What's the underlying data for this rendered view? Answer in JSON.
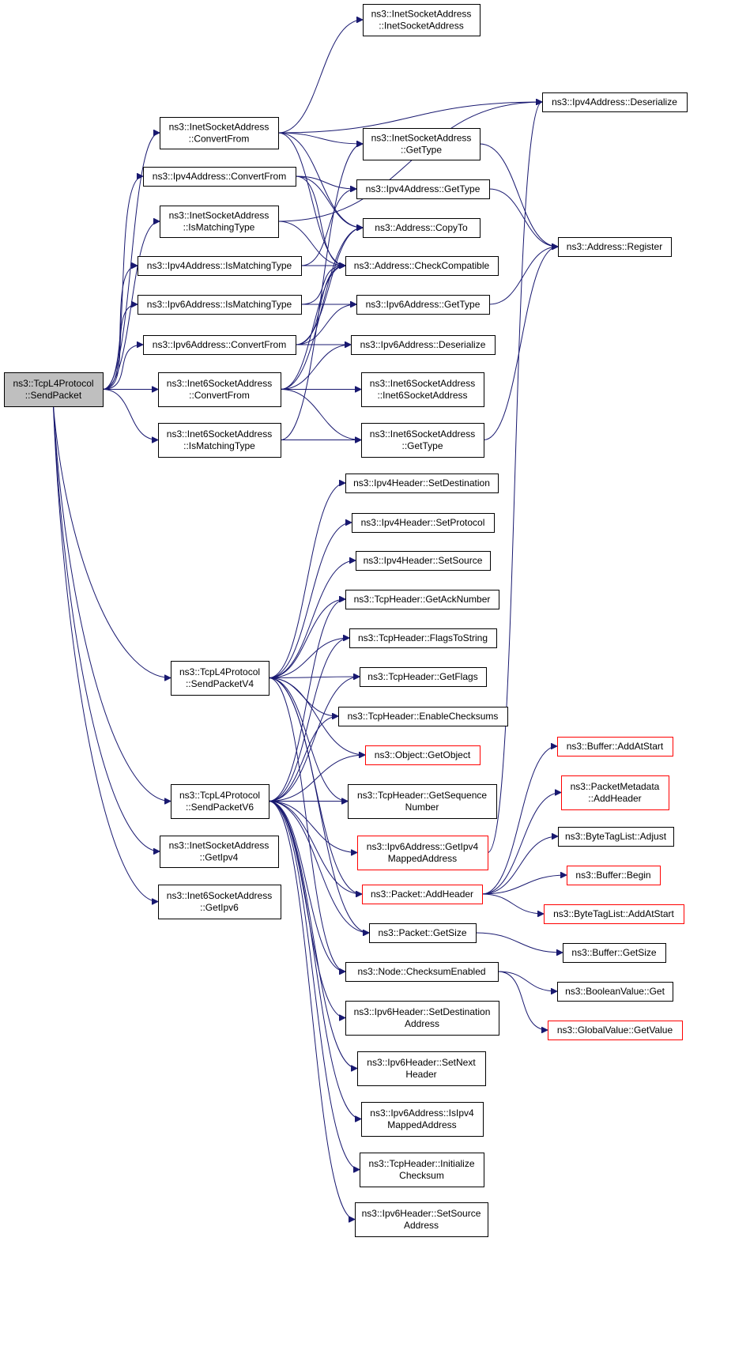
{
  "colors": {
    "edge": "#191970",
    "node_border": "#000000",
    "root_fill": "#bfbfbf",
    "truncated_border": "#ff0000"
  },
  "nodes": [
    {
      "id": "n0",
      "lines": [
        "ns3::TcpL4Protocol",
        "::SendPacket"
      ],
      "kind": "root"
    },
    {
      "id": "n1",
      "lines": [
        "ns3::InetSocketAddress",
        "::ConvertFrom"
      ]
    },
    {
      "id": "n2",
      "lines": [
        "ns3::Ipv4Address::ConvertFrom"
      ]
    },
    {
      "id": "n3",
      "lines": [
        "ns3::InetSocketAddress",
        "::IsMatchingType"
      ]
    },
    {
      "id": "n4",
      "lines": [
        "ns3::Ipv4Address::IsMatchingType"
      ]
    },
    {
      "id": "n5",
      "lines": [
        "ns3::Ipv6Address::IsMatchingType"
      ]
    },
    {
      "id": "n6",
      "lines": [
        "ns3::Ipv6Address::ConvertFrom"
      ]
    },
    {
      "id": "n7",
      "lines": [
        "ns3::Inet6SocketAddress",
        "::ConvertFrom"
      ]
    },
    {
      "id": "n8",
      "lines": [
        "ns3::Inet6SocketAddress",
        "::IsMatchingType"
      ]
    },
    {
      "id": "n9",
      "lines": [
        "ns3::TcpL4Protocol",
        "::SendPacketV4"
      ]
    },
    {
      "id": "n10",
      "lines": [
        "ns3::TcpL4Protocol",
        "::SendPacketV6"
      ]
    },
    {
      "id": "n11",
      "lines": [
        "ns3::InetSocketAddress",
        "::GetIpv4"
      ]
    },
    {
      "id": "n12",
      "lines": [
        "ns3::Inet6SocketAddress",
        "::GetIpv6"
      ]
    },
    {
      "id": "n13",
      "lines": [
        "ns3::InetSocketAddress",
        "::InetSocketAddress"
      ]
    },
    {
      "id": "n14",
      "lines": [
        "ns3::InetSocketAddress",
        "::GetType"
      ]
    },
    {
      "id": "n15",
      "lines": [
        "ns3::Ipv4Address::GetType"
      ]
    },
    {
      "id": "n16",
      "lines": [
        "ns3::Address::CopyTo"
      ]
    },
    {
      "id": "n17",
      "lines": [
        "ns3::Address::CheckCompatible"
      ]
    },
    {
      "id": "n18",
      "lines": [
        "ns3::Ipv6Address::GetType"
      ]
    },
    {
      "id": "n19",
      "lines": [
        "ns3::Ipv6Address::Deserialize"
      ]
    },
    {
      "id": "n20",
      "lines": [
        "ns3::Inet6SocketAddress",
        "::Inet6SocketAddress"
      ]
    },
    {
      "id": "n21",
      "lines": [
        "ns3::Inet6SocketAddress",
        "::GetType"
      ]
    },
    {
      "id": "n22",
      "lines": [
        "ns3::Ipv4Address::Deserialize"
      ]
    },
    {
      "id": "n23",
      "lines": [
        "ns3::Address::Register"
      ]
    },
    {
      "id": "n24",
      "lines": [
        "ns3::Ipv4Header::SetDestination"
      ]
    },
    {
      "id": "n25",
      "lines": [
        "ns3::Ipv4Header::SetProtocol"
      ]
    },
    {
      "id": "n26",
      "lines": [
        "ns3::Ipv4Header::SetSource"
      ]
    },
    {
      "id": "n27",
      "lines": [
        "ns3::TcpHeader::GetAckNumber"
      ]
    },
    {
      "id": "n28",
      "lines": [
        "ns3::TcpHeader::FlagsToString"
      ]
    },
    {
      "id": "n29",
      "lines": [
        "ns3::TcpHeader::GetFlags"
      ]
    },
    {
      "id": "n30",
      "lines": [
        "ns3::TcpHeader::EnableChecksums"
      ]
    },
    {
      "id": "n31",
      "lines": [
        "ns3::Object::GetObject"
      ],
      "kind": "red"
    },
    {
      "id": "n32",
      "lines": [
        "ns3::TcpHeader::GetSequence",
        "Number"
      ]
    },
    {
      "id": "n33",
      "lines": [
        "ns3::Ipv6Address::GetIpv4",
        "MappedAddress"
      ],
      "kind": "red"
    },
    {
      "id": "n34",
      "lines": [
        "ns3::Packet::AddHeader"
      ],
      "kind": "red"
    },
    {
      "id": "n35",
      "lines": [
        "ns3::Packet::GetSize"
      ]
    },
    {
      "id": "n36",
      "lines": [
        "ns3::Node::ChecksumEnabled"
      ]
    },
    {
      "id": "n37",
      "lines": [
        "ns3::Ipv6Header::SetDestination",
        "Address"
      ]
    },
    {
      "id": "n38",
      "lines": [
        "ns3::Ipv6Header::SetNext",
        "Header"
      ]
    },
    {
      "id": "n39",
      "lines": [
        "ns3::Ipv6Address::IsIpv4",
        "MappedAddress"
      ]
    },
    {
      "id": "n40",
      "lines": [
        "ns3::TcpHeader::Initialize",
        "Checksum"
      ]
    },
    {
      "id": "n41",
      "lines": [
        "ns3::Ipv6Header::SetSource",
        "Address"
      ]
    },
    {
      "id": "n42",
      "lines": [
        "ns3::Buffer::AddAtStart"
      ],
      "kind": "red"
    },
    {
      "id": "n43",
      "lines": [
        "ns3::PacketMetadata",
        "::AddHeader"
      ],
      "kind": "red"
    },
    {
      "id": "n44",
      "lines": [
        "ns3::ByteTagList::Adjust"
      ]
    },
    {
      "id": "n45",
      "lines": [
        "ns3::Buffer::Begin"
      ],
      "kind": "red"
    },
    {
      "id": "n46",
      "lines": [
        "ns3::ByteTagList::AddAtStart"
      ],
      "kind": "red"
    },
    {
      "id": "n47",
      "lines": [
        "ns3::Buffer::GetSize"
      ]
    },
    {
      "id": "n48",
      "lines": [
        "ns3::BooleanValue::Get"
      ]
    },
    {
      "id": "n49",
      "lines": [
        "ns3::GlobalValue::GetValue"
      ],
      "kind": "red"
    }
  ],
  "edges": [
    [
      "n0",
      "n1"
    ],
    [
      "n0",
      "n2"
    ],
    [
      "n0",
      "n3"
    ],
    [
      "n0",
      "n4"
    ],
    [
      "n0",
      "n5"
    ],
    [
      "n0",
      "n6"
    ],
    [
      "n0",
      "n7"
    ],
    [
      "n0",
      "n8"
    ],
    [
      "n0",
      "n9"
    ],
    [
      "n0",
      "n10"
    ],
    [
      "n0",
      "n11"
    ],
    [
      "n0",
      "n12"
    ],
    [
      "n1",
      "n13"
    ],
    [
      "n1",
      "n22"
    ],
    [
      "n1",
      "n14"
    ],
    [
      "n1",
      "n16"
    ],
    [
      "n1",
      "n17"
    ],
    [
      "n2",
      "n15"
    ],
    [
      "n2",
      "n16"
    ],
    [
      "n2",
      "n17"
    ],
    [
      "n3",
      "n22"
    ],
    [
      "n3",
      "n17"
    ],
    [
      "n4",
      "n17"
    ],
    [
      "n4",
      "n15"
    ],
    [
      "n5",
      "n17"
    ],
    [
      "n5",
      "n18"
    ],
    [
      "n6",
      "n19"
    ],
    [
      "n6",
      "n18"
    ],
    [
      "n6",
      "n16"
    ],
    [
      "n6",
      "n17"
    ],
    [
      "n7",
      "n19"
    ],
    [
      "n7",
      "n20"
    ],
    [
      "n7",
      "n21"
    ],
    [
      "n7",
      "n16"
    ],
    [
      "n7",
      "n17"
    ],
    [
      "n8",
      "n21"
    ],
    [
      "n8",
      "n14"
    ],
    [
      "n14",
      "n23"
    ],
    [
      "n15",
      "n23"
    ],
    [
      "n18",
      "n23"
    ],
    [
      "n21",
      "n23"
    ],
    [
      "n9",
      "n24"
    ],
    [
      "n9",
      "n25"
    ],
    [
      "n9",
      "n26"
    ],
    [
      "n9",
      "n27"
    ],
    [
      "n9",
      "n28"
    ],
    [
      "n9",
      "n29"
    ],
    [
      "n9",
      "n30"
    ],
    [
      "n9",
      "n31"
    ],
    [
      "n9",
      "n32"
    ],
    [
      "n9",
      "n34"
    ],
    [
      "n9",
      "n35"
    ],
    [
      "n9",
      "n36"
    ],
    [
      "n10",
      "n27"
    ],
    [
      "n10",
      "n28"
    ],
    [
      "n10",
      "n29"
    ],
    [
      "n10",
      "n30"
    ],
    [
      "n10",
      "n31"
    ],
    [
      "n10",
      "n32"
    ],
    [
      "n10",
      "n33"
    ],
    [
      "n10",
      "n34"
    ],
    [
      "n10",
      "n35"
    ],
    [
      "n10",
      "n36"
    ],
    [
      "n10",
      "n37"
    ],
    [
      "n10",
      "n38"
    ],
    [
      "n10",
      "n39"
    ],
    [
      "n10",
      "n40"
    ],
    [
      "n10",
      "n41"
    ],
    [
      "n33",
      "n22"
    ],
    [
      "n34",
      "n42"
    ],
    [
      "n34",
      "n43"
    ],
    [
      "n34",
      "n44"
    ],
    [
      "n34",
      "n45"
    ],
    [
      "n34",
      "n46"
    ],
    [
      "n35",
      "n47"
    ],
    [
      "n36",
      "n48"
    ],
    [
      "n36",
      "n49"
    ]
  ]
}
